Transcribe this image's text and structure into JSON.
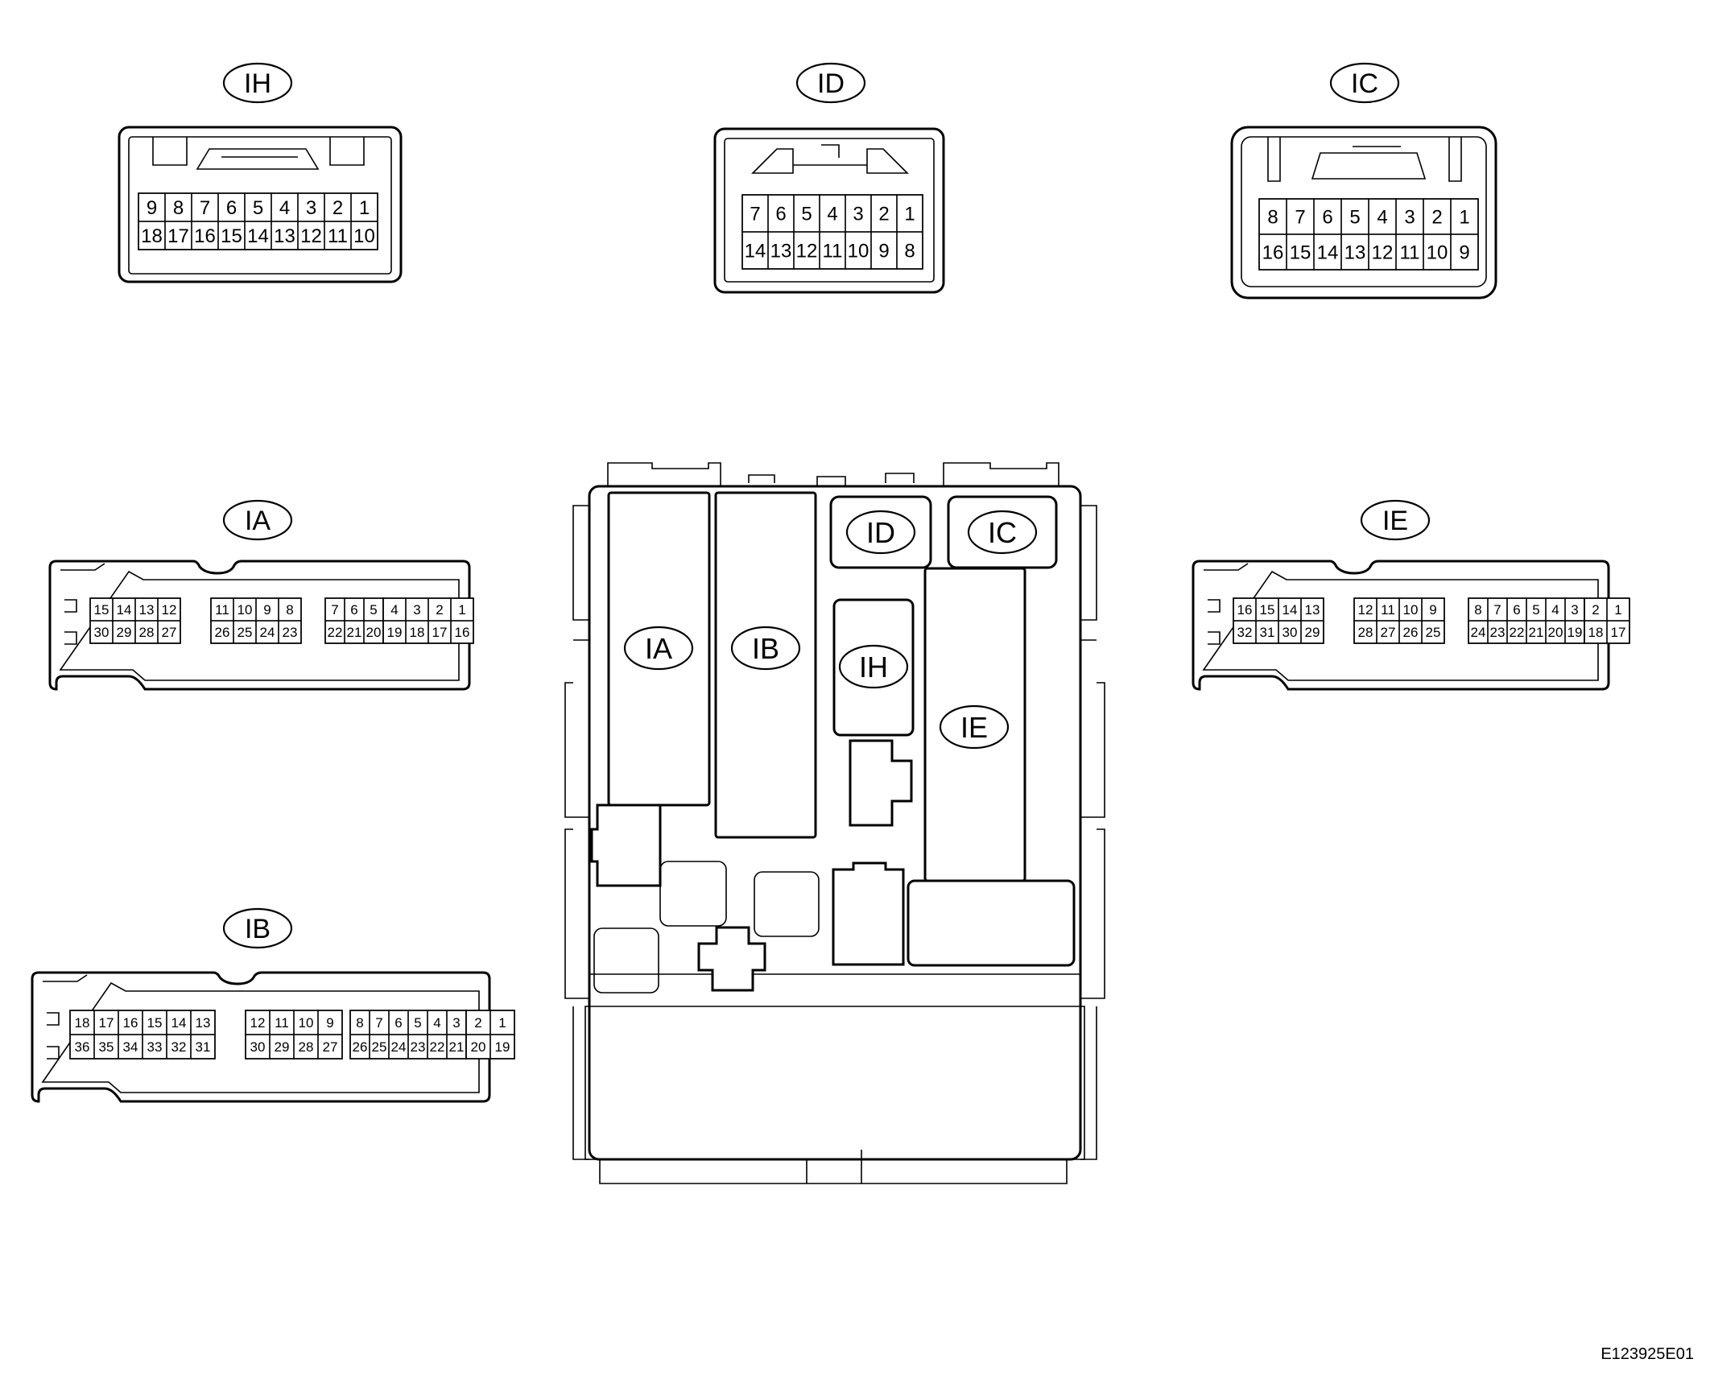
{
  "reference_code": "E123925E01",
  "block_labels": {
    "ia": "IA",
    "ib": "IB",
    "ih": "IH",
    "ie": "IE",
    "id": "ID",
    "ic": "IC"
  },
  "connectors": [
    {
      "id": "IH",
      "label": "IH",
      "groups": [
        {
          "top": [
            "9",
            "8",
            "7",
            "6",
            "5",
            "4",
            "3",
            "2",
            "1"
          ],
          "bottom": [
            "18",
            "17",
            "16",
            "15",
            "14",
            "13",
            "12",
            "11",
            "10"
          ]
        }
      ]
    },
    {
      "id": "ID",
      "label": "ID",
      "groups": [
        {
          "top": [
            "7",
            "6",
            "5",
            "4",
            "3",
            "2",
            "1"
          ],
          "bottom": [
            "14",
            "13",
            "12",
            "11",
            "10",
            "9",
            "8"
          ]
        }
      ]
    },
    {
      "id": "IC",
      "label": "IC",
      "groups": [
        {
          "top": [
            "8",
            "7",
            "6",
            "5",
            "4",
            "3",
            "2",
            "1"
          ],
          "bottom": [
            "16",
            "15",
            "14",
            "13",
            "12",
            "11",
            "10",
            "9"
          ]
        }
      ]
    },
    {
      "id": "IA",
      "label": "IA",
      "groups": [
        {
          "top": [
            "15",
            "14",
            "13",
            "12"
          ],
          "bottom": [
            "30",
            "29",
            "28",
            "27"
          ]
        },
        {
          "top": [
            "11",
            "10",
            "9",
            "8"
          ],
          "bottom": [
            "26",
            "25",
            "24",
            "23"
          ]
        },
        {
          "top": [
            "7",
            "6",
            "5"
          ],
          "bottom": [
            "22",
            "21",
            "20"
          ]
        },
        {
          "top": [
            "4",
            "3",
            "2",
            "1"
          ],
          "bottom": [
            "19",
            "18",
            "17",
            "16"
          ]
        }
      ]
    },
    {
      "id": "IE",
      "label": "IE",
      "groups": [
        {
          "top": [
            "16",
            "15",
            "14",
            "13"
          ],
          "bottom": [
            "32",
            "31",
            "30",
            "29"
          ]
        },
        {
          "top": [
            "12",
            "11",
            "10",
            "9"
          ],
          "bottom": [
            "28",
            "27",
            "26",
            "25"
          ]
        },
        {
          "top": [
            "8",
            "7",
            "6",
            "5",
            "4",
            "3"
          ],
          "bottom": [
            "24",
            "23",
            "22",
            "21",
            "20",
            "19"
          ]
        },
        {
          "top": [
            "2",
            "1"
          ],
          "bottom": [
            "18",
            "17"
          ]
        }
      ]
    },
    {
      "id": "IB",
      "label": "IB",
      "groups": [
        {
          "top": [
            "18",
            "17",
            "16",
            "15",
            "14",
            "13"
          ],
          "bottom": [
            "36",
            "35",
            "34",
            "33",
            "32",
            "31"
          ]
        },
        {
          "top": [
            "12",
            "11",
            "10",
            "9"
          ],
          "bottom": [
            "30",
            "29",
            "28",
            "27"
          ]
        },
        {
          "top": [
            "8",
            "7",
            "6",
            "5",
            "4",
            "3"
          ],
          "bottom": [
            "26",
            "25",
            "24",
            "23",
            "22",
            "21"
          ]
        },
        {
          "top": [
            "2",
            "1"
          ],
          "bottom": [
            "20",
            "19"
          ]
        }
      ]
    }
  ]
}
